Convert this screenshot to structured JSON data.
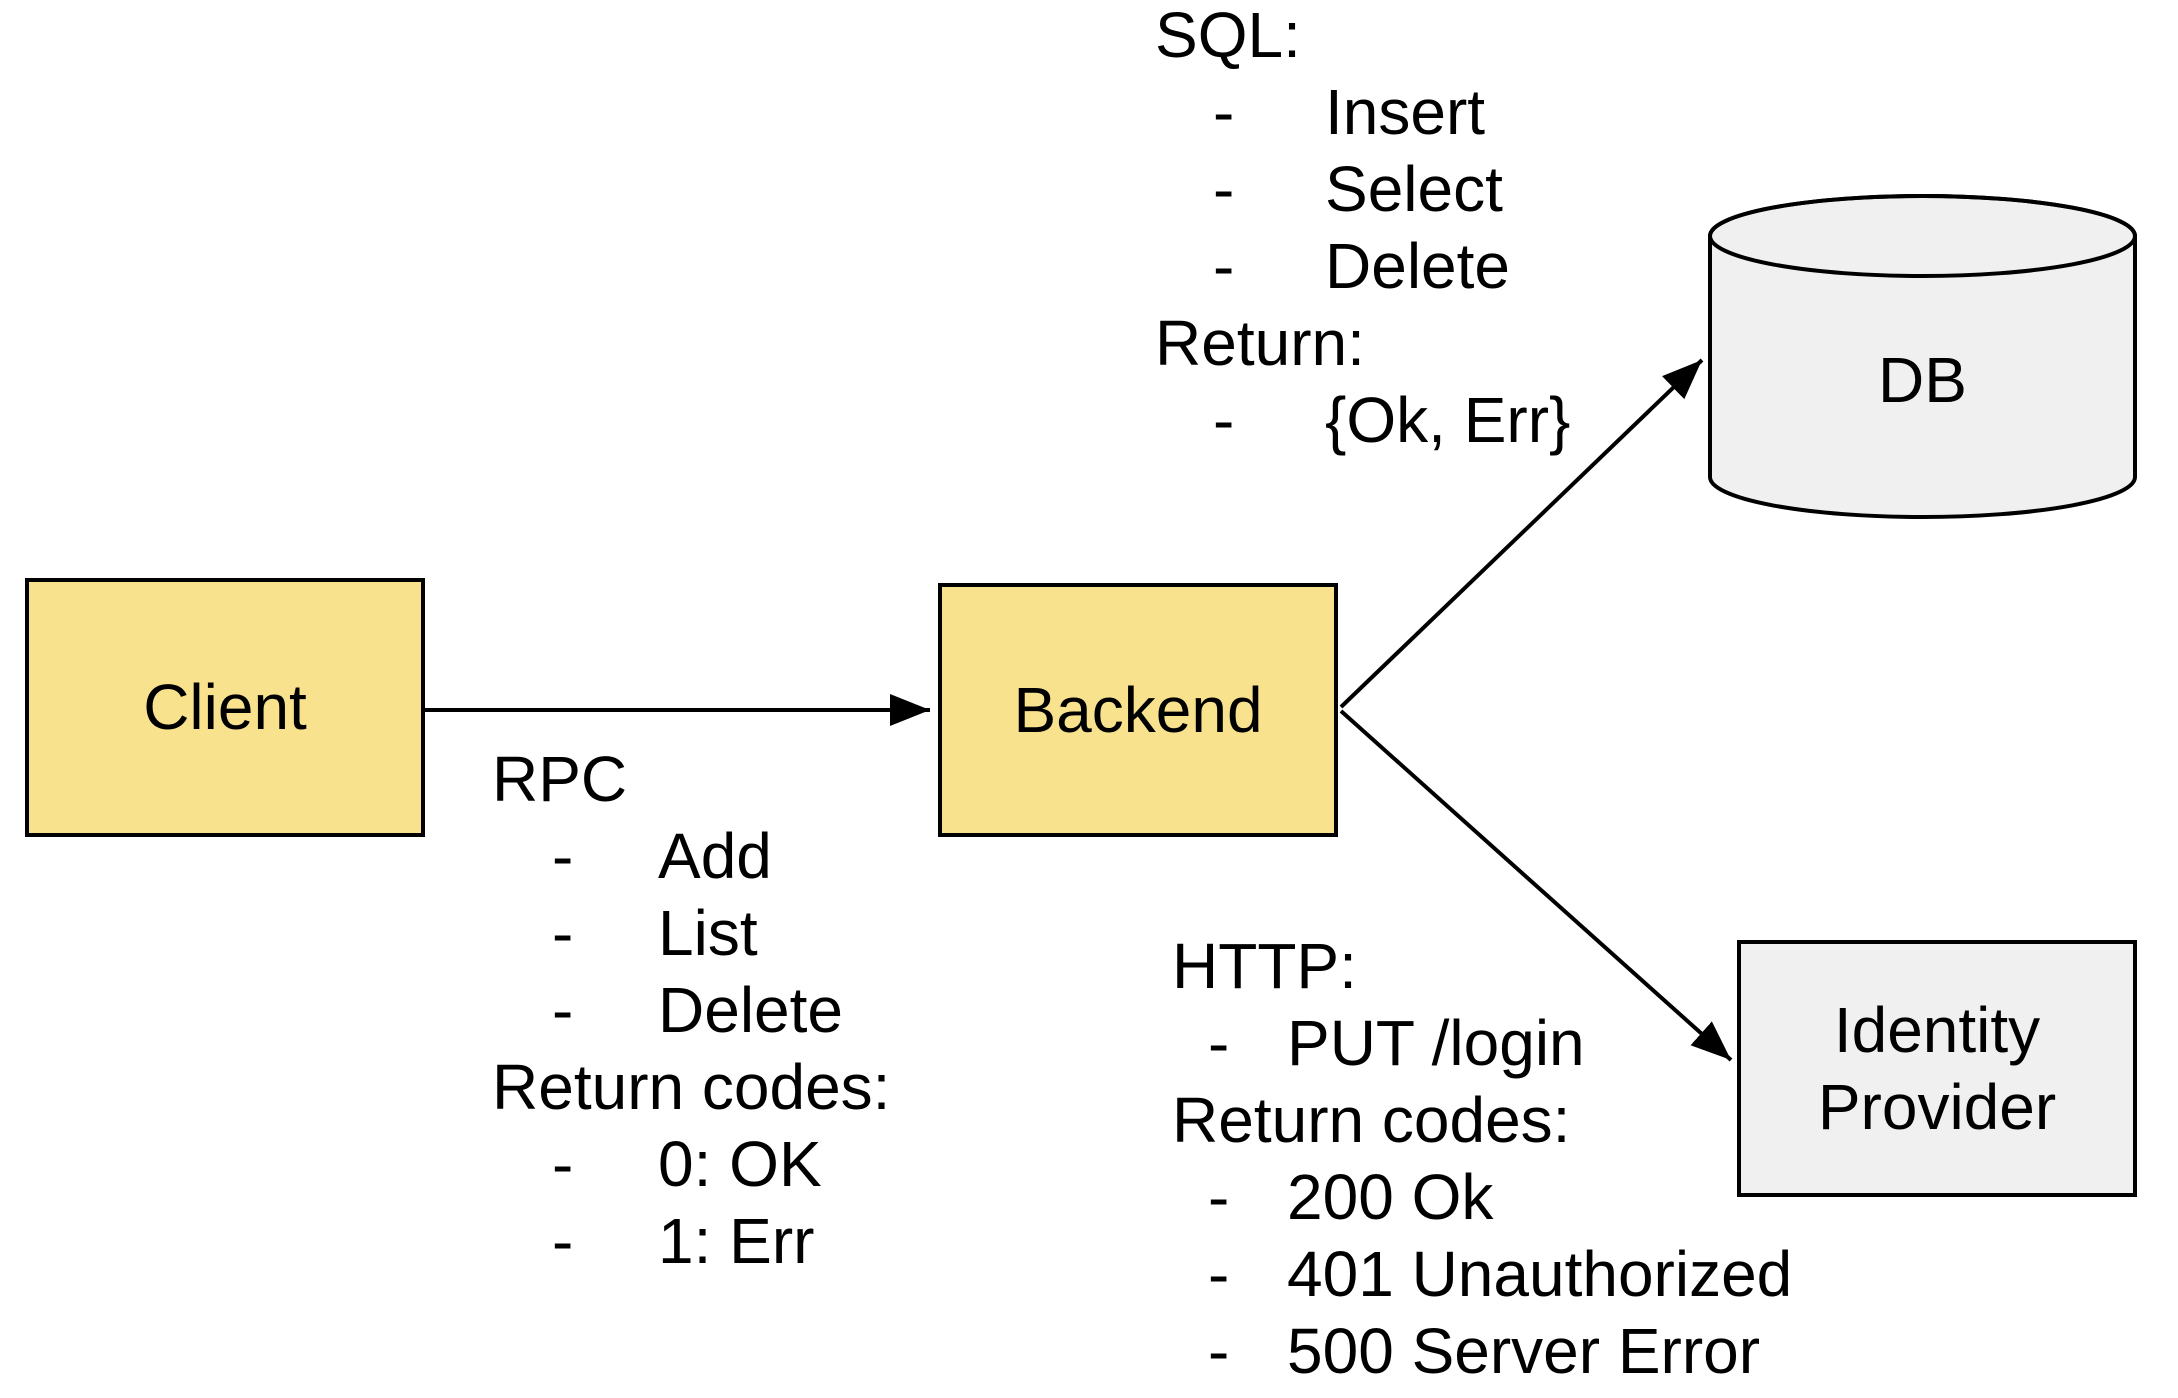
{
  "ui": {
    "bullet_char": "-"
  },
  "diagram": {
    "colors": {
      "node_yellow": "#F8E28E",
      "node_gray": "#F0F0F0",
      "stroke": "#000000"
    },
    "nodes": {
      "client": {
        "label": "Client"
      },
      "backend": {
        "label": "Backend"
      },
      "db": {
        "label": "DB"
      },
      "identity_provider": {
        "label": "Identity Provider"
      }
    },
    "edges": {
      "rpc": {
        "title": "RPC",
        "items": [
          "Add",
          "List",
          "Delete"
        ],
        "return_title": "Return codes:",
        "return_items": [
          "0: OK",
          "1: Err"
        ]
      },
      "sql": {
        "title": "SQL:",
        "items": [
          "Insert",
          "Select",
          "Delete"
        ],
        "return_title": "Return:",
        "return_items": [
          "{Ok, Err}"
        ]
      },
      "http": {
        "title": "HTTP:",
        "items": [
          "PUT /login"
        ],
        "return_title": "Return codes:",
        "return_items": [
          "200 Ok",
          "401 Unauthorized",
          "500 Server Error"
        ]
      }
    }
  }
}
